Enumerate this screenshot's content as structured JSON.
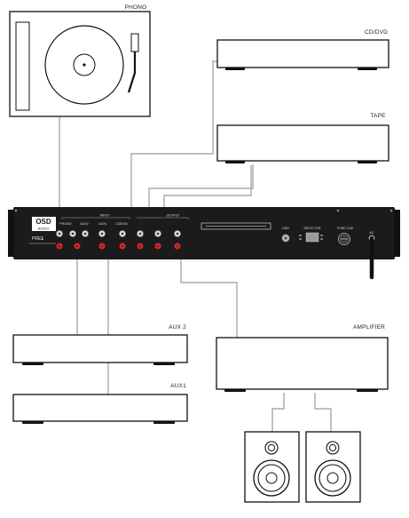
{
  "labels": {
    "phono": "PHONO",
    "cd_dvd": "CD/DVD",
    "tape": "TAPE",
    "aux2": "AUX 2",
    "aux1": "AUX1",
    "amplifier": "AMPLIFIER"
  },
  "preamp": {
    "brand_top": "OSD",
    "brand_bottom": "AUDIO",
    "model_prefix": "PRE",
    "model_number": "1",
    "input_header": "INPUT",
    "output_header": "OUTPUT",
    "jack_labels": [
      "PHONO",
      "AUX2",
      "AUX1",
      "CD/DVD"
    ],
    "gnd": "GND",
    "selector": "SELECTOR",
    "fuse": "FUSE",
    "fuse_rating": "0.5A",
    "ac": "AC"
  }
}
